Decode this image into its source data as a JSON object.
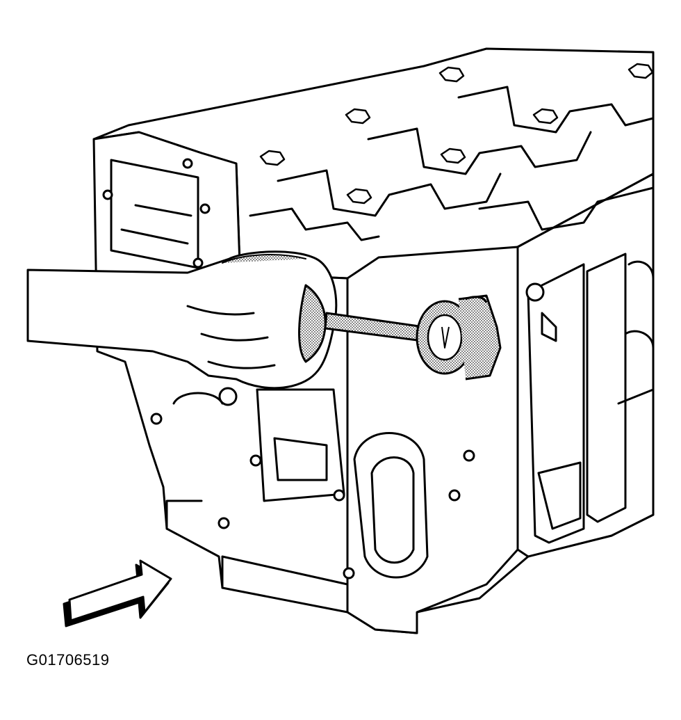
{
  "figure": {
    "id_label": "G01706519",
    "line_color": "#000000",
    "fill_color": "#ffffff",
    "stipple_color": "#555555",
    "icons": [
      "engine-block-illustration",
      "hand-illustration",
      "direction-arrow-icon",
      "tool-illustration"
    ]
  }
}
